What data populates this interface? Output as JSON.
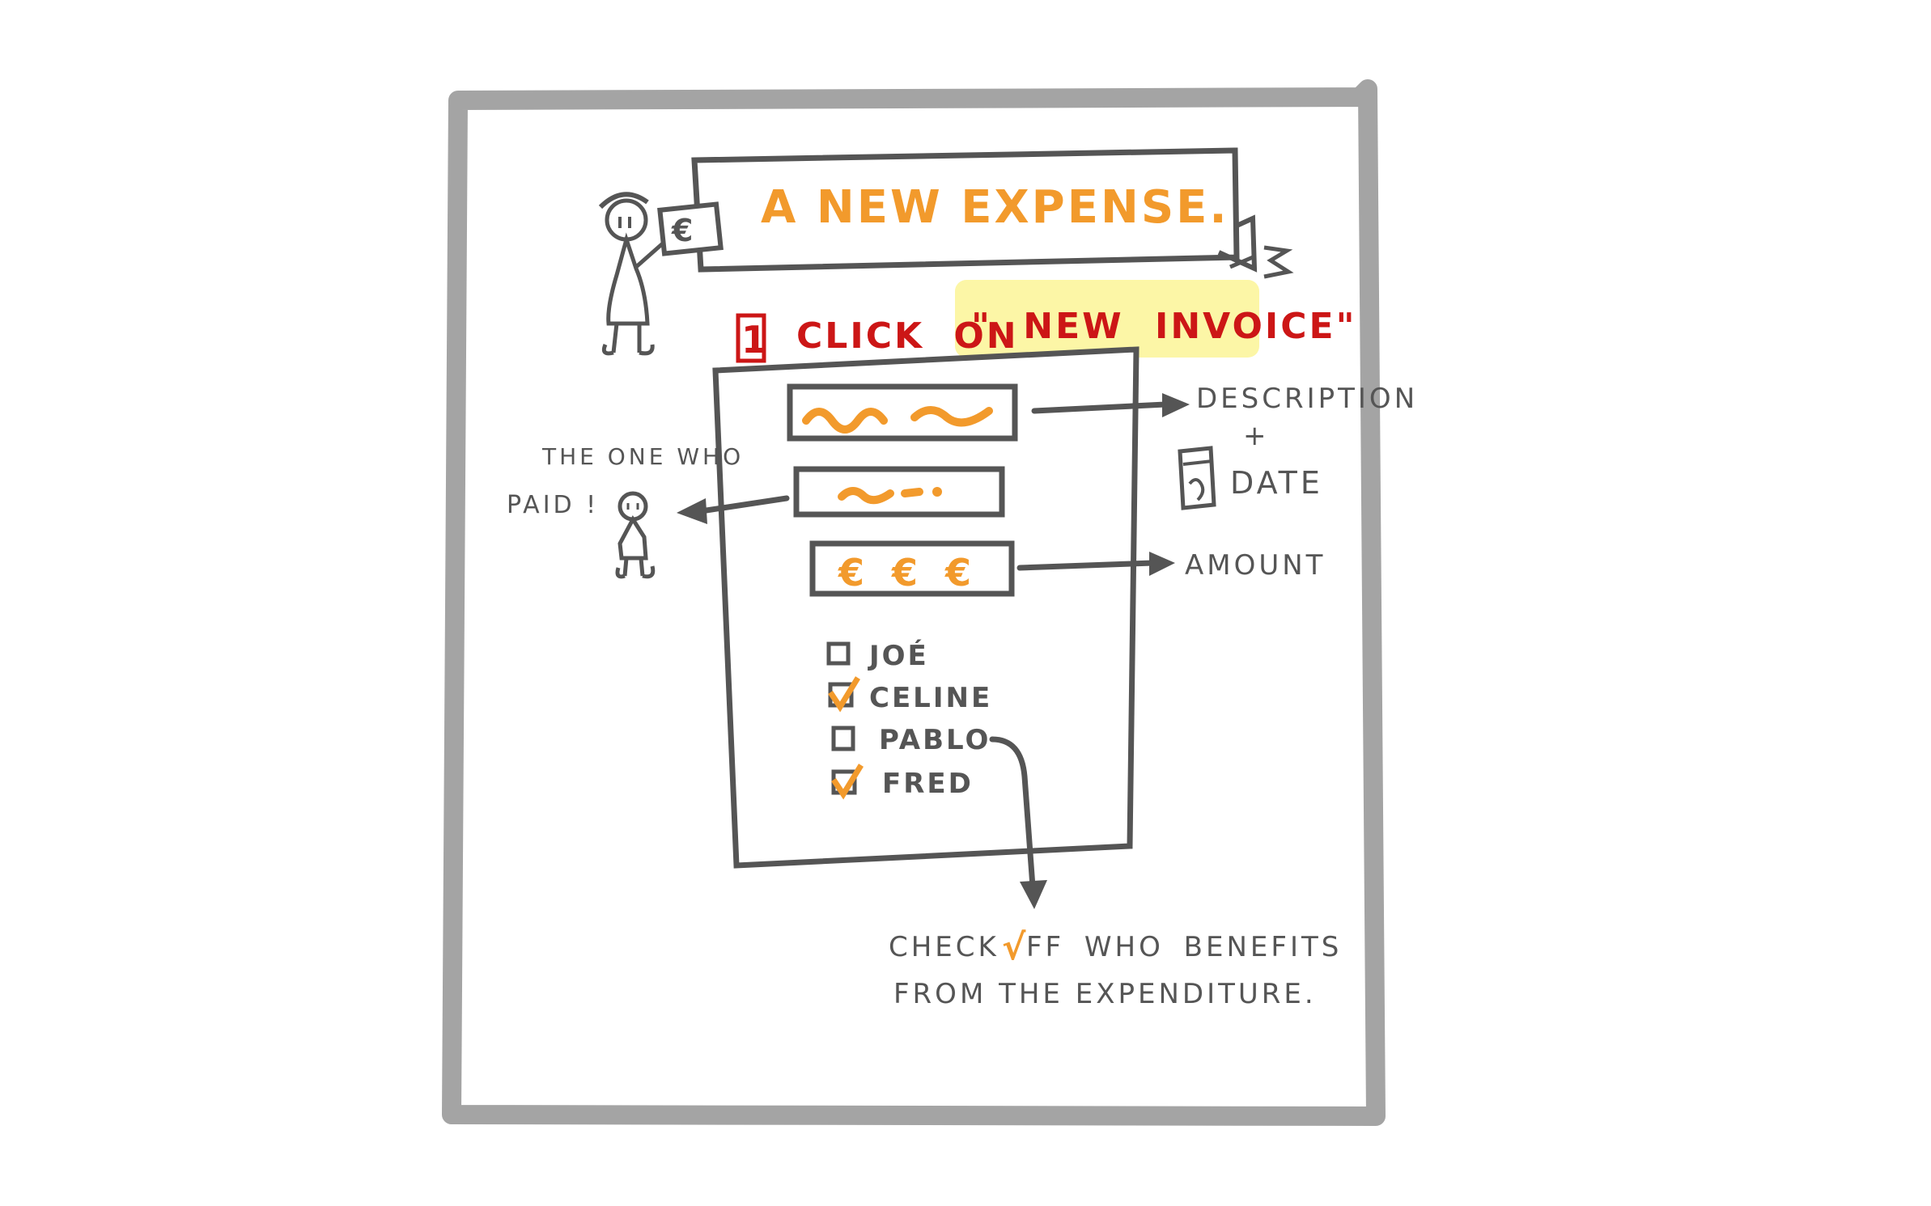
{
  "title": {
    "text": "A NEW EXPENSE."
  },
  "step": {
    "number": "1",
    "prefix": "CLICK ON",
    "quoted": "\" NEW INVOICE\""
  },
  "payer_note": {
    "line1": "THE ONE WHO",
    "line2": "PAID !"
  },
  "annotations": {
    "description": "DESCRIPTION",
    "plus": "+",
    "date": "DATE",
    "amount": "AMOUNT"
  },
  "form": {
    "currency_symbols": "€ € €",
    "participants": [
      {
        "name": "JOÉ",
        "checked": false
      },
      {
        "name": "CELINE",
        "checked": true
      },
      {
        "name": "PABLO",
        "checked": false
      },
      {
        "name": "FRED",
        "checked": true
      }
    ]
  },
  "footer_note": {
    "word1": "CHECK",
    "check_mark": "√",
    "word2": "FF WHO BENEFITS",
    "line2": "FROM THE EXPENDITURE."
  },
  "badge": {
    "symbol": "€"
  },
  "colors": {
    "frame": "#a4a4a4",
    "ink": "#555555",
    "orange": "#f29a2c",
    "red": "#cc1616",
    "highlight": "#fbf496"
  }
}
